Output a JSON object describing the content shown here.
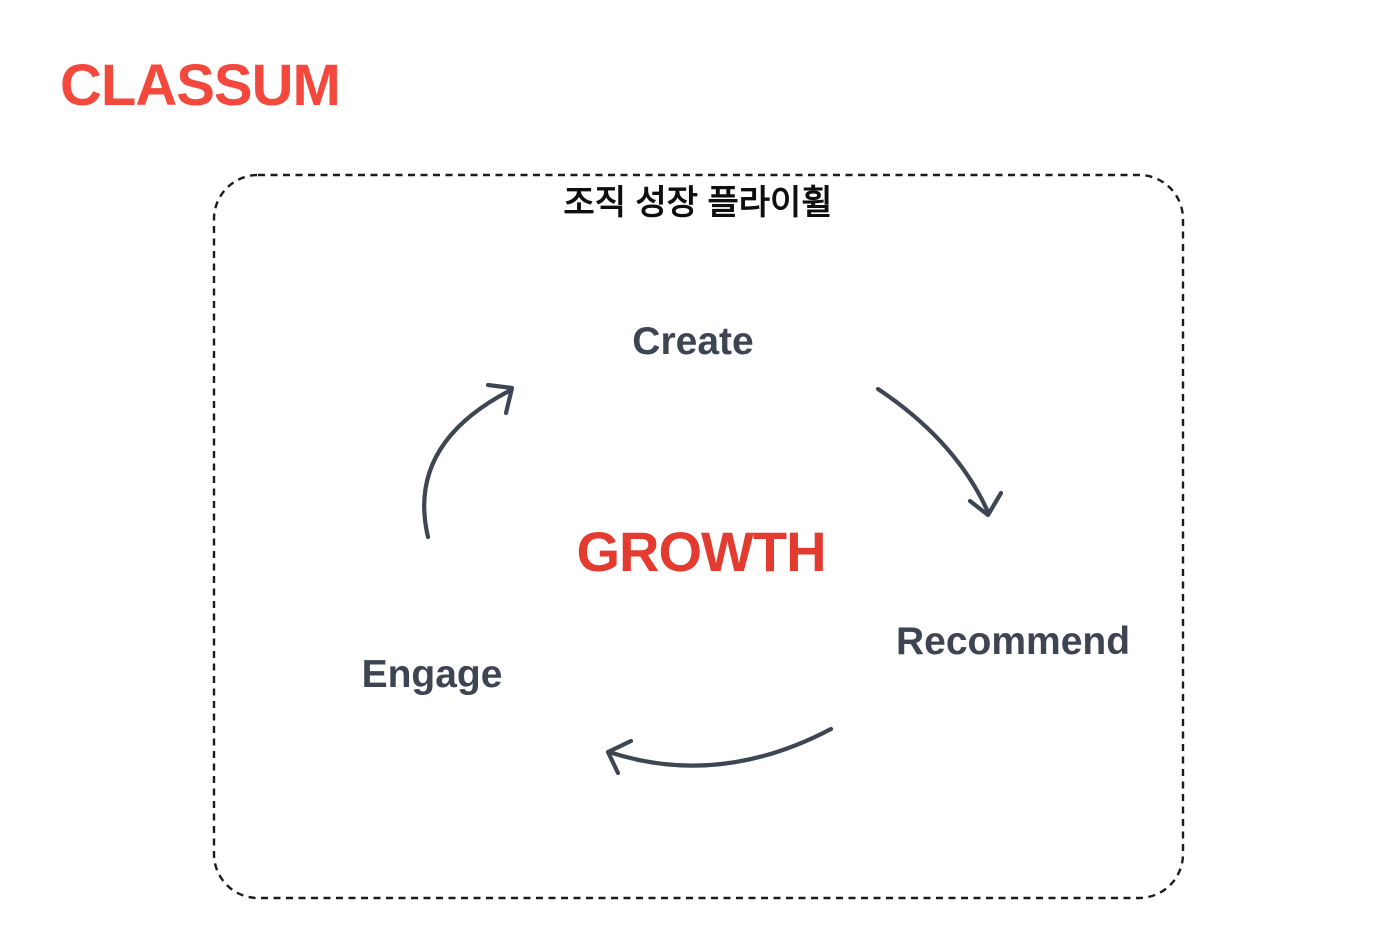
{
  "logo": {
    "text": "CLASSUM"
  },
  "diagram": {
    "title": "조직 성장 플라이휠",
    "center_label": "GROWTH",
    "nodes": [
      {
        "label": "Create",
        "position": "top"
      },
      {
        "label": "Recommend",
        "position": "right"
      },
      {
        "label": "Engage",
        "position": "bottom-left"
      }
    ],
    "arrows": [
      {
        "from": "Create",
        "to": "Recommend"
      },
      {
        "from": "Recommend",
        "to": "Engage"
      },
      {
        "from": "Engage",
        "to": "Create"
      }
    ]
  },
  "colors": {
    "brand": "#F4483C",
    "growth": "#E33B30",
    "node": "#3D4452",
    "arrow": "#3E4553",
    "border": "#1B1B1B",
    "background": "#FFFFFF"
  }
}
